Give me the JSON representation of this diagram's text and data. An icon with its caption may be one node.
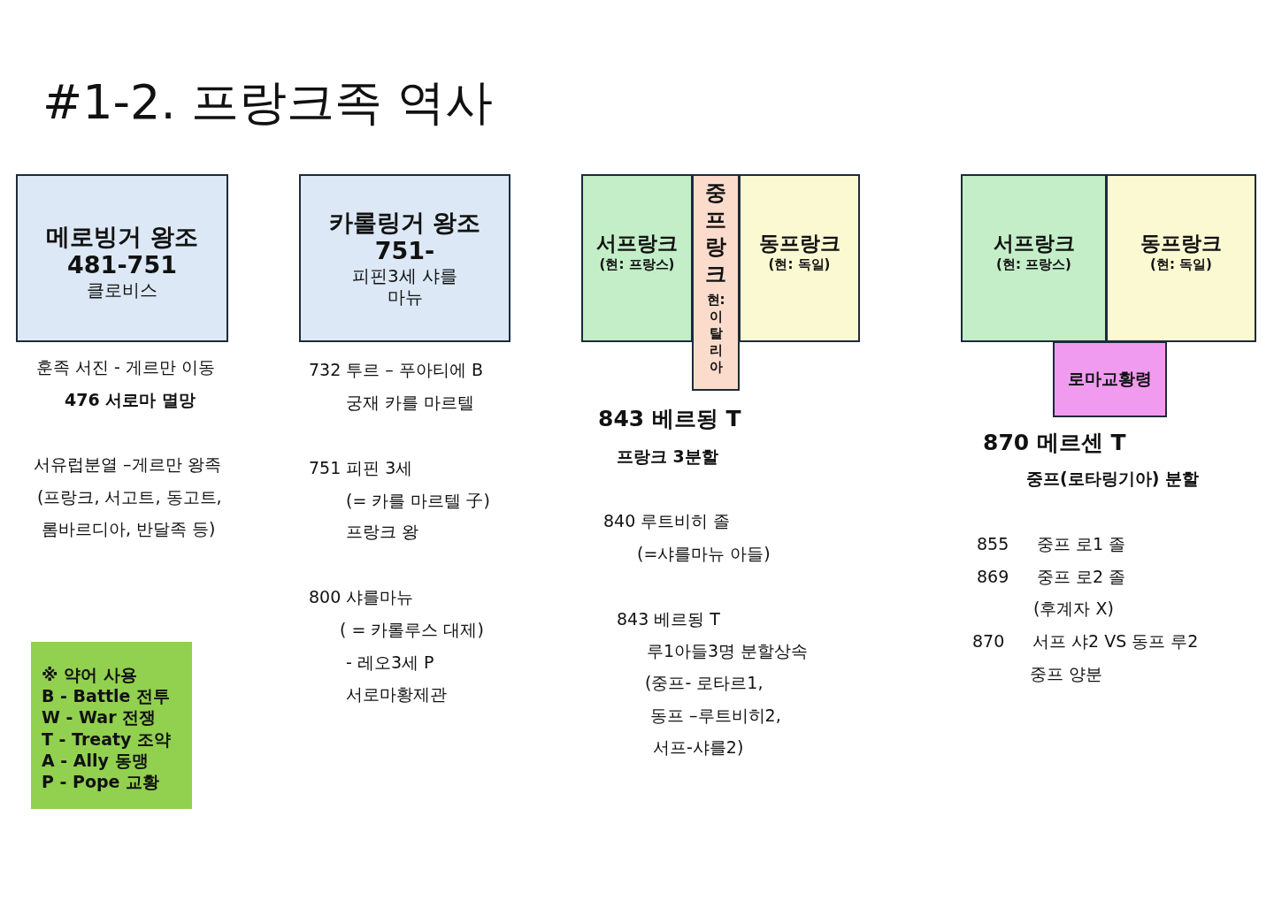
{
  "diagram": {
    "title": "#1-2. 프랑크족 역사",
    "nodes": [
      {
        "text": [
          "메로빙거 왕조 481-751",
          "클로비스"
        ]
      },
      {
        "text": [
          "카롤링거 왕조 751-",
          "피핀3세 샤를마뉴"
        ]
      },
      {
        "text": [
          "서프랑크",
          "(현: 프랑스)"
        ]
      },
      {
        "text": [
          "중프랑크",
          "현: 이탈리아"
        ]
      },
      {
        "text": [
          "동프랑크",
          "(현: 독일)"
        ]
      },
      {
        "text": [
          "서프랑크",
          "(현: 프랑스)"
        ]
      },
      {
        "text": [
          "동프랑크",
          "(현: 독일)"
        ]
      },
      {
        "text": [
          "로마교황령"
        ]
      },
      {
        "text": [
          "※ 약어 사용",
          "B - Battle 전투",
          "W - War 전쟁",
          "T - Treaty 조약",
          "A - Ally 동맹",
          "P - Pope 교황"
        ]
      }
    ],
    "labels": [
      "훈족 서진 - 게르만 이동",
      "476 서로마 멸망",
      "서유럽분열 –게르만 왕족",
      "(프랑크, 서고트, 동고트,",
      "롬바르디아, 반달족 등)",
      "732 투르 – 푸아티에 B",
      "궁재 카를 마르텔",
      "751 피핀 3세",
      "(= 카를 마르텔 子)",
      "프랑크 왕",
      "800 샤를마뉴",
      "( = 카롤루스 대제)",
      "- 레오3세 P",
      "서로마황제관",
      "843 베르됭 T",
      "프랑크 3분할",
      "840 루트비히 졸",
      "(=샤를마뉴 아들)",
      "843 베르됭 T",
      "루1아들3명 분할상속",
      "(중프- 로타르1,",
      "동프 –루트비히2,",
      "서프-샤를2)",
      "870 메르센 T",
      "중프(로타링기아) 분할",
      "855",
      "중프 로1 졸",
      "869",
      "중프 로2 졸",
      "(후계자 X)",
      "870",
      "서프 샤2 VS 동프 루2",
      "중프 양분"
    ]
  }
}
